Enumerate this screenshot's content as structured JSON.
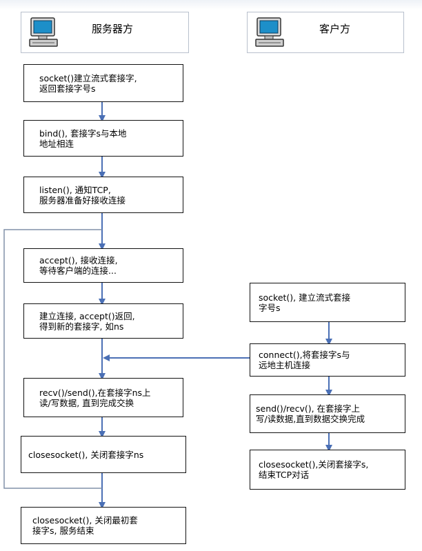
{
  "headers": {
    "server": "服务器方",
    "client": "客户方"
  },
  "server_steps": [
    {
      "line1": "socket()建立流式套接字,",
      "line2": "返回套接字号s"
    },
    {
      "line1": "bind(), 套接字s与本地",
      "line2": "地址相连"
    },
    {
      "line1": "listen(), 通知TCP,",
      "line2": "服务器准备好接收连接"
    },
    {
      "line1": "accept(), 接收连接,",
      "line2": "等待客户端的连接..."
    },
    {
      "line1": "建立连接, accept()返回,",
      "line2": "得到新的套接字, 如ns"
    },
    {
      "line1": "recv()/send(),在套接字ns上",
      "line2": "读/写数据, 直到完成交换"
    },
    {
      "line1": "closesocket(), 关闭套接字ns",
      "line2": ""
    },
    {
      "line1": "closesocket(), 关闭最初套",
      "line2": "接字s, 服务结束"
    }
  ],
  "client_steps": [
    {
      "line1": "socket(), 建立流式套接",
      "line2": "字号s"
    },
    {
      "line1": "connect(),将套接字s与",
      "line2": "远地主机连接"
    },
    {
      "line1": "send()/recv(), 在套接字上",
      "line2": "写/读数据,直到数据交换完成"
    },
    {
      "line1": "closesocket(),关闭套接字s,",
      "line2": "结束TCP对话"
    }
  ],
  "colors": {
    "arrow": "#4a6fb5",
    "loop_line": "#8090a8",
    "annotation": "#c0001a",
    "box_border": "#111111"
  },
  "icons": [
    "computer-icon",
    "computer-icon"
  ]
}
